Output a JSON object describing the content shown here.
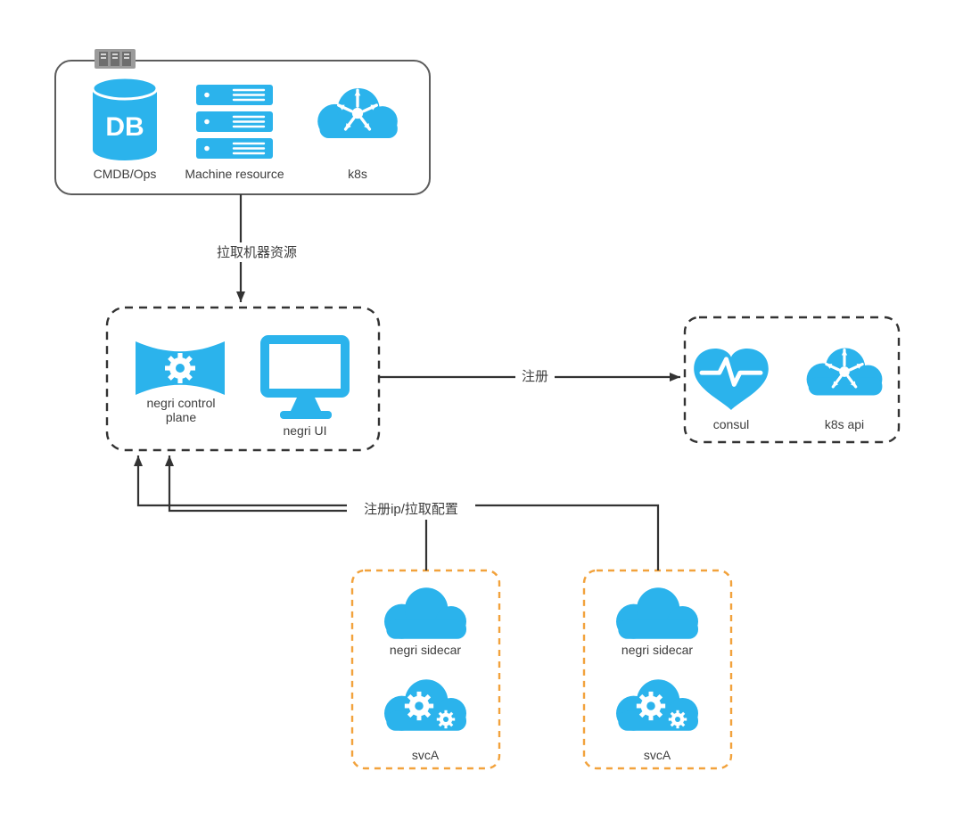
{
  "colors": {
    "accent": "#2bb3ec",
    "orange": "#f2a23c",
    "edge": "#333333",
    "gray_border": "#5c5c5c",
    "text": "#3d3d3d"
  },
  "infra_group": {
    "db": {
      "label": "CMDB/Ops",
      "icon_text": "DB"
    },
    "machine": {
      "label": "Machine resource"
    },
    "k8s": {
      "label": "k8s"
    }
  },
  "control_group": {
    "control_plane": {
      "label": "negri control\nplane"
    },
    "negri_ui": {
      "label": "negri UI"
    }
  },
  "registry_group": {
    "consul": {
      "label": "consul"
    },
    "k8s_api": {
      "label": "k8s api"
    }
  },
  "sidecar_groups": [
    {
      "sidecar": {
        "label": "negri sidecar"
      },
      "service": {
        "label": "svcA"
      }
    },
    {
      "sidecar": {
        "label": "negri sidecar"
      },
      "service": {
        "label": "svcA"
      }
    }
  ],
  "edges": {
    "pull_machines": {
      "label": "拉取机器资源"
    },
    "register": {
      "label": "注册"
    },
    "register_ip": {
      "label": "注册ip/拉取配置"
    }
  }
}
